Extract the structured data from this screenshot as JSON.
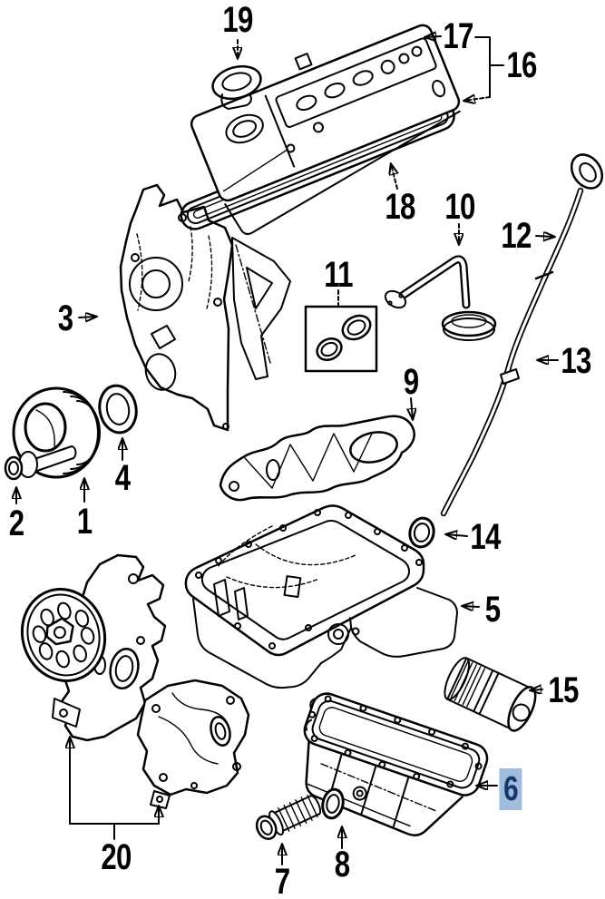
{
  "figure": {
    "kind": "exploded-engine-parts-diagram",
    "background": "#ffffff",
    "line_color": "#000000"
  },
  "highlight": {
    "bg": "#9fbcdc",
    "text": "#17366e"
  },
  "callouts": {
    "c1": {
      "label": "1",
      "highlighted": false
    },
    "c2": {
      "label": "2",
      "highlighted": false
    },
    "c3": {
      "label": "3",
      "highlighted": false
    },
    "c4": {
      "label": "4",
      "highlighted": false
    },
    "c5": {
      "label": "5",
      "highlighted": false
    },
    "c6": {
      "label": "6",
      "highlighted": true
    },
    "c7": {
      "label": "7",
      "highlighted": false
    },
    "c8": {
      "label": "8",
      "highlighted": false
    },
    "c9": {
      "label": "9",
      "highlighted": false
    },
    "c10": {
      "label": "10",
      "highlighted": false
    },
    "c11": {
      "label": "11",
      "highlighted": false
    },
    "c12": {
      "label": "12",
      "highlighted": false
    },
    "c13": {
      "label": "13",
      "highlighted": false
    },
    "c14": {
      "label": "14",
      "highlighted": false
    },
    "c15": {
      "label": "15",
      "highlighted": false
    },
    "c16": {
      "label": "16",
      "highlighted": false
    },
    "c17": {
      "label": "17",
      "highlighted": false
    },
    "c18": {
      "label": "18",
      "highlighted": false
    },
    "c19": {
      "label": "19",
      "highlighted": false
    },
    "c20": {
      "label": "20",
      "highlighted": false
    }
  }
}
